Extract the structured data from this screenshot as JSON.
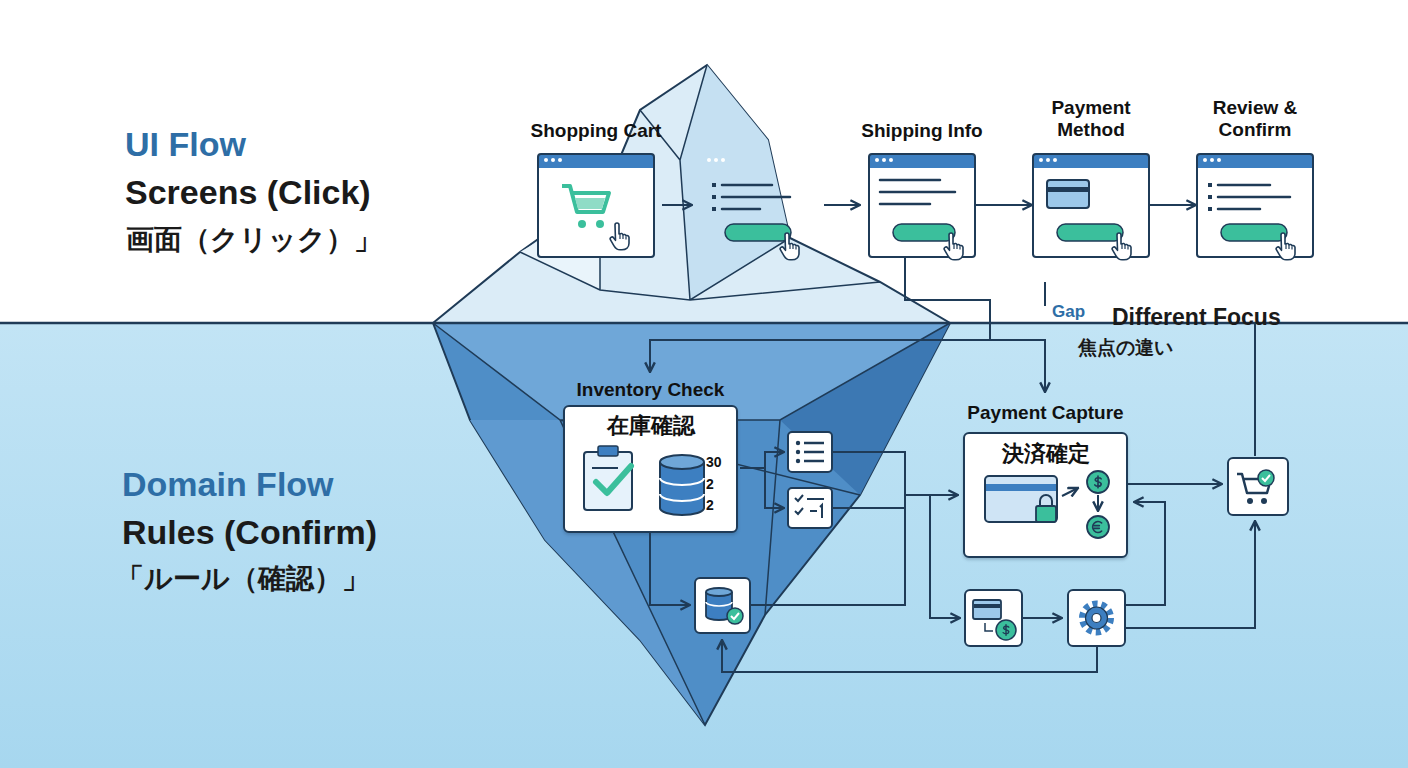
{
  "diagram": {
    "nodes": [
      {
        "text": [
          "Shopping Cart"
        ]
      },
      {
        "text": [
          "Shipping Info"
        ]
      },
      {
        "text": [
          "Payment Method"
        ]
      },
      {
        "text": [
          "Review & Confirm"
        ]
      },
      {
        "text": [
          "Inventory Check",
          "在庫確認",
          "30",
          "2",
          "2"
        ]
      },
      {
        "text": [
          "Payment Capture",
          "決済確定"
        ]
      }
    ],
    "edges": [
      {
        "from": 1,
        "to": 2,
        "arrow": "to"
      },
      {
        "from": 2,
        "to": 3,
        "arrow": "to"
      },
      {
        "from": 1,
        "to": 4,
        "arrow": "to"
      },
      {
        "from": 1,
        "to": 5,
        "arrow": "to"
      }
    ],
    "labels": [
      "UI Flow",
      "Screens (Click)",
      "画面（クリック）」",
      "Gap",
      "Different Focus",
      "焦点の違い",
      "Domain Flow",
      "Rules (Confirm)",
      "「ルール（確認）」"
    ]
  }
}
